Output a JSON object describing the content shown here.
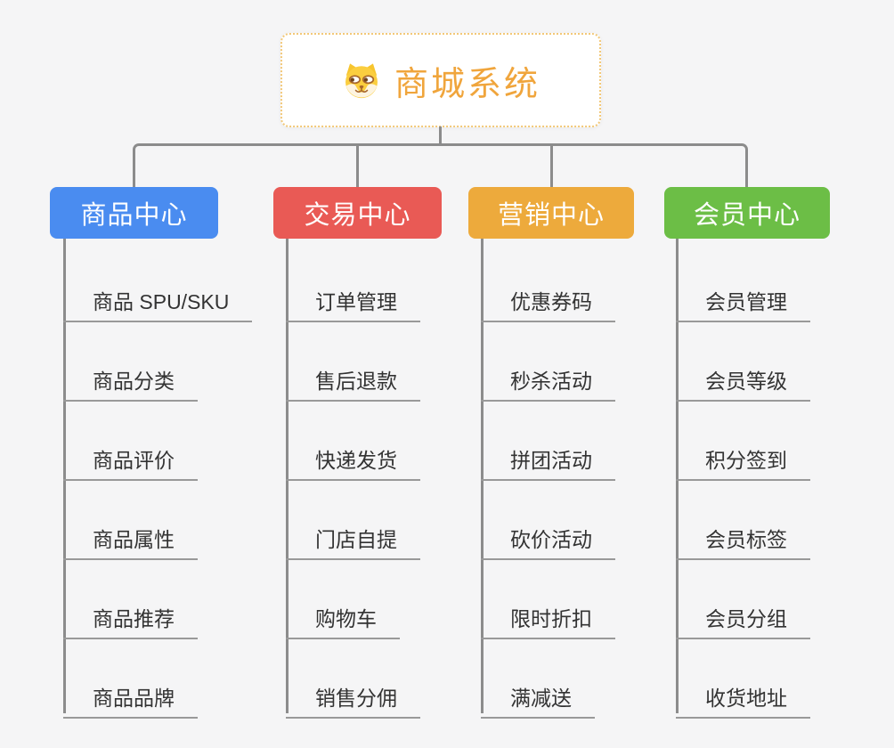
{
  "root": {
    "title": "商城系统",
    "icon": "dog-icon",
    "text_color": "#f0a53c",
    "border_color": "#f2c878",
    "background": "#ffffff"
  },
  "canvas_background": "#f5f5f6",
  "connector_color": "#8c8c8c",
  "leaf_underline_color": "#999999",
  "leaf_text_color": "#333333",
  "branches": [
    {
      "label": "商品中心",
      "color": "#4a8cf0",
      "children": [
        "商品 SPU/SKU",
        "商品分类",
        "商品评价",
        "商品属性",
        "商品推荐",
        "商品品牌"
      ]
    },
    {
      "label": "交易中心",
      "color": "#e95a55",
      "children": [
        "订单管理",
        "售后退款",
        "快递发货",
        "门店自提",
        "购物车",
        "销售分佣"
      ]
    },
    {
      "label": "营销中心",
      "color": "#edaa3c",
      "children": [
        "优惠券码",
        "秒杀活动",
        "拼团活动",
        "砍价活动",
        "限时折扣",
        "满减送"
      ]
    },
    {
      "label": "会员中心",
      "color": "#6cbe46",
      "children": [
        "会员管理",
        "会员等级",
        "积分签到",
        "会员标签",
        "会员分组",
        "收货地址"
      ]
    }
  ]
}
